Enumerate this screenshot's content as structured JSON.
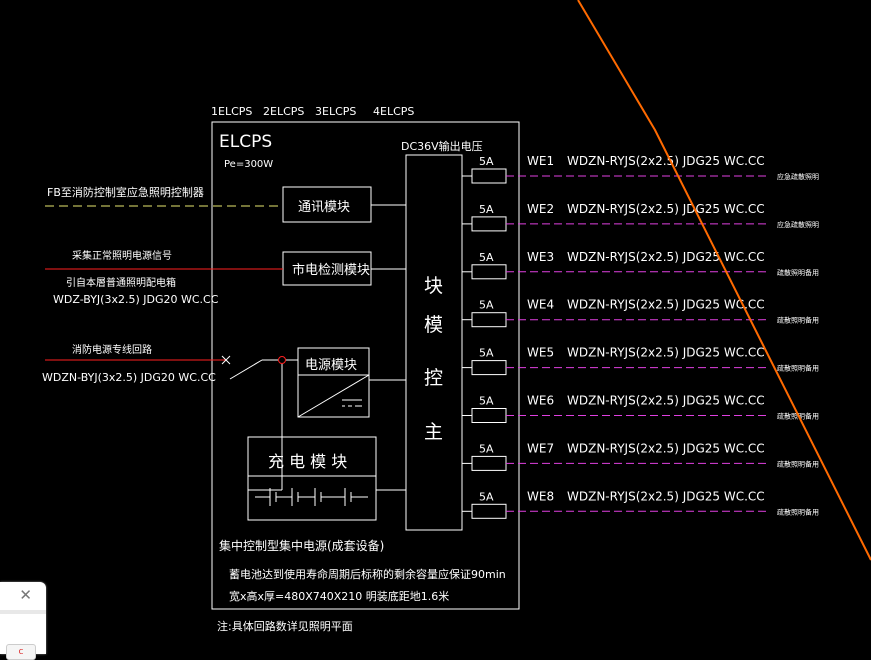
{
  "panel_headers": [
    "1ELCPS",
    "2ELCPS",
    "3ELCPS",
    "4ELCPS"
  ],
  "box_title": "ELCPS",
  "power_label": "Pe=300W",
  "dc_output_label": "DC36V输出电压",
  "inputs": {
    "fb_label": "FB至消防控制室应急照明控制器",
    "signal_label": "采集正常照明电源信号",
    "cable_label_1": "引自本層普通照明配电箱",
    "cable_spec_1": "WDZ-BYJ(3x2.5) JDG20 WC.CC",
    "fire_label": "消防电源专线回路",
    "cable_spec_2": "WDZN-BYJ(3x2.5) JDG20 WC.CC"
  },
  "modules": {
    "comm": "通讯模块",
    "mains": "市电检测模块",
    "power": "电源模块",
    "charge": "充 电 模 块",
    "main_control": [
      "主",
      "控",
      "模",
      "块"
    ]
  },
  "circuits": [
    {
      "fuse": "5A",
      "id": "WE1",
      "spec": "WDZN-RYJS(2x2.5) JDG25 WC.CC",
      "dest": "应急疏散照明"
    },
    {
      "fuse": "5A",
      "id": "WE2",
      "spec": "WDZN-RYJS(2x2.5) JDG25 WC.CC",
      "dest": "应急疏散照明"
    },
    {
      "fuse": "5A",
      "id": "WE3",
      "spec": "WDZN-RYJS(2x2.5) JDG25 WC.CC",
      "dest": "疏散照明备用"
    },
    {
      "fuse": "5A",
      "id": "WE4",
      "spec": "WDZN-RYJS(2x2.5) JDG25 WC.CC",
      "dest": "疏散照明备用"
    },
    {
      "fuse": "5A",
      "id": "WE5",
      "spec": "WDZN-RYJS(2x2.5) JDG25 WC.CC",
      "dest": "疏散照明备用"
    },
    {
      "fuse": "5A",
      "id": "WE6",
      "spec": "WDZN-RYJS(2x2.5) JDG25 WC.CC",
      "dest": "疏散照明备用"
    },
    {
      "fuse": "5A",
      "id": "WE7",
      "spec": "WDZN-RYJS(2x2.5) JDG25 WC.CC",
      "dest": "疏散照明备用"
    },
    {
      "fuse": "5A",
      "id": "WE8",
      "spec": "WDZN-RYJS(2x2.5) JDG25 WC.CC",
      "dest": "疏散照明备用"
    }
  ],
  "footer": {
    "line1": "集中控制型集中电源(成套设备)",
    "line2": "蓄电池达到使用寿命周期后标称的剩余容量应保证90min",
    "line3": "宽x高x厚=480X740X210 明装底距地1.6米",
    "note": "注:具体回路数详见照明平面"
  },
  "popup": {
    "close": "✕",
    "chip": "c"
  },
  "colors": {
    "background": "#000000",
    "line_white": "#ffffff",
    "line_red": "#ff2020",
    "line_magenta": "#e040e0",
    "line_orange": "#ff6a00",
    "dash_yellow": "#e8e870"
  }
}
